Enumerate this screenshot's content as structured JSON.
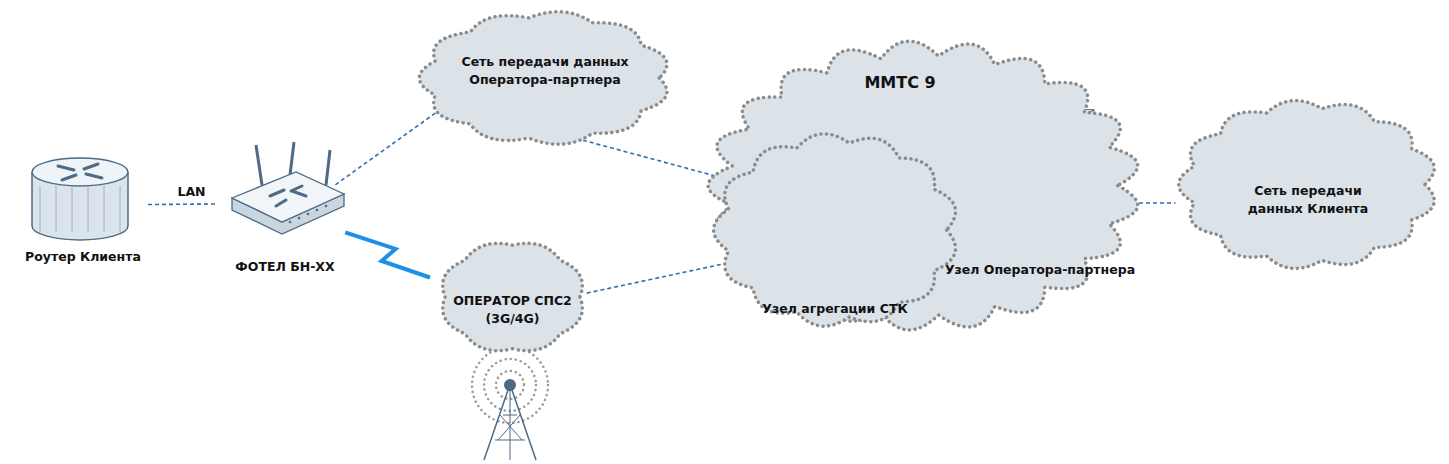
{
  "diagram": {
    "nodes": [
      {
        "text": [
          "Роутер Клиента"
        ]
      },
      {
        "text": [
          "ФОТЕЛ БН-XX"
        ]
      },
      {
        "text": [
          "Сеть передачи данных Оператора-партнера"
        ]
      },
      {
        "text": [
          "ОПЕРАТОР СПС2 (3G/4G)"
        ]
      },
      {
        "text": [
          "ММТС 9"
        ]
      },
      {
        "text": [
          "Узел агрегации СТК"
        ],
        "in": 4
      },
      {
        "text": [
          "Узел Оператора-партнера"
        ],
        "in": 4
      },
      {
        "text": [
          "Сеть передачи данных Клиента"
        ]
      }
    ],
    "edges": [
      {
        "from": 0,
        "to": 1,
        "label": "LAN",
        "arrow": "none"
      },
      {
        "from": 1,
        "to": 2,
        "arrow": "none"
      },
      {
        "from": 1,
        "to": 3,
        "arrow": "none"
      },
      {
        "from": 2,
        "to": 5,
        "arrow": "none"
      },
      {
        "from": 3,
        "to": 5,
        "arrow": "none"
      },
      {
        "from": 5,
        "to": 6,
        "arrow": "none"
      },
      {
        "from": 6,
        "to": 7,
        "arrow": "none"
      }
    ]
  }
}
